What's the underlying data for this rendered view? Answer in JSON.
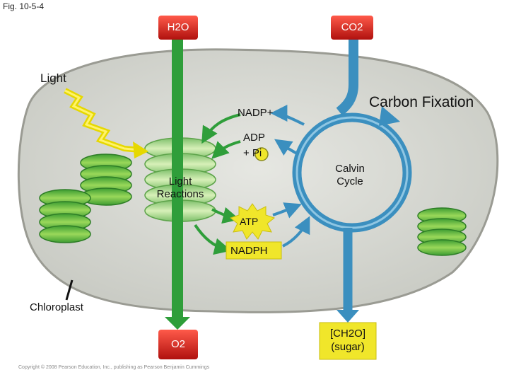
{
  "figure_label": "Fig. 10-5-4",
  "inputs": {
    "water": "H2O",
    "carbon_dioxide": "CO2",
    "light": "Light"
  },
  "outputs": {
    "oxygen": "O2",
    "sugar_line1": "[CH2O]",
    "sugar_line2": "(sugar)"
  },
  "light_reactions": {
    "line1": "Light",
    "line2": "Reactions"
  },
  "calvin_cycle": {
    "line1": "Calvin",
    "line2": "Cycle"
  },
  "carbon_fixation": "Carbon Fixation",
  "molecules": {
    "nadp_plus": "NADP+",
    "adp": "ADP",
    "phosphate": "+ Pi",
    "atp": "ATP",
    "nadph": "NADPH"
  },
  "organelle": "Chloroplast",
  "copyright": "Copyright © 2008 Pearson Education, Inc., publishing as Pearson Benjamin Cummings",
  "colors": {
    "green_arrow": "#2f9e3a",
    "blue_arrow": "#3b8fbf",
    "yellow_box": "#f0e62a",
    "chloroplast": "#d7d8d2"
  }
}
